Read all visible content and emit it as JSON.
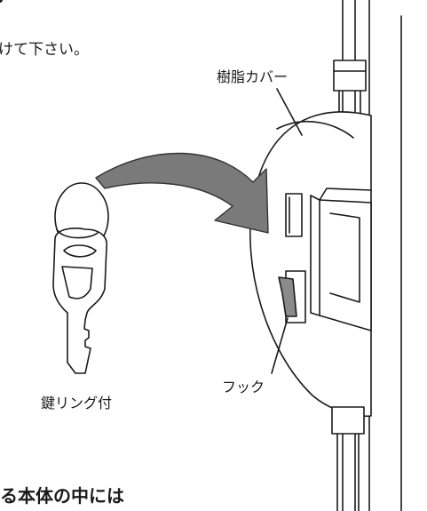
{
  "texts": {
    "instruction_fragment": "けて下さい。",
    "resin_cover_label": "樹脂カバー",
    "hook_label": "フック",
    "key_ring_label": "鍵リング付",
    "bottom_caption_fragment": "る本体の中には"
  },
  "colors": {
    "line": "#1a1a1a",
    "arrow_fill": "#7a7a7a",
    "hook_fill": "#8a8a8a"
  }
}
